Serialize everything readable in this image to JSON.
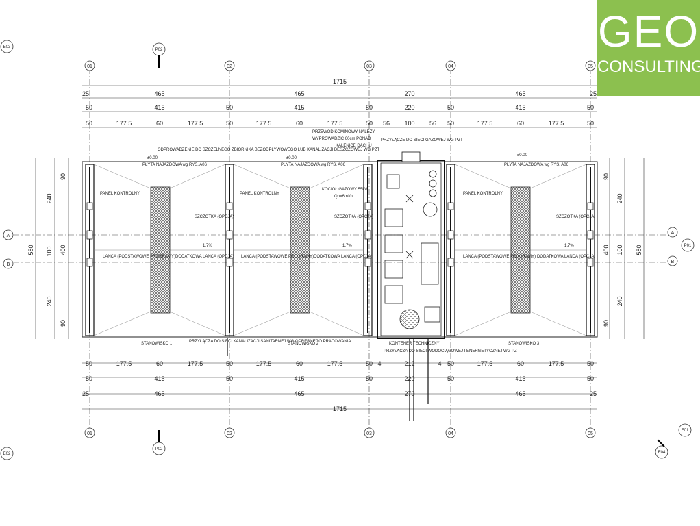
{
  "logo": {
    "line1": "GEO",
    "line2": "CONSULTING",
    "color": "#8cc04f"
  },
  "axes": {
    "columns": [
      "01",
      "02",
      "03",
      "04",
      "05"
    ],
    "rows": [
      "A",
      "B"
    ]
  },
  "dimensions_top": {
    "total": "1715",
    "row2": [
      "25",
      "465",
      "465",
      "270",
      "465",
      "25"
    ],
    "row3": [
      "50",
      "415",
      "50",
      "415",
      "50",
      "220",
      "50",
      "415",
      "50"
    ],
    "row4": [
      "50",
      "177.5",
      "60",
      "177.5",
      "50",
      "177.5",
      "60",
      "177.5",
      "50",
      "56",
      "100",
      "56",
      "50",
      "177.5",
      "60",
      "177.5",
      "50"
    ]
  },
  "dimensions_bottom": {
    "row1": [
      "50",
      "177.5",
      "60",
      "177.5",
      "50",
      "177.5",
      "60",
      "177.5",
      "50",
      "4",
      "212",
      "4",
      "50",
      "177.5",
      "60",
      "177.5",
      "50"
    ],
    "row2": [
      "50",
      "415",
      "50",
      "415",
      "50",
      "220",
      "50",
      "415",
      "50"
    ],
    "row3": [
      "25",
      "465",
      "465",
      "270",
      "465",
      "25"
    ],
    "total": "1715"
  },
  "dimensions_left": [
    "240",
    "100",
    "240",
    "90",
    "90",
    "400",
    "580"
  ],
  "dimensions_right": [
    "240",
    "100",
    "240",
    "90",
    "90",
    "400",
    "580"
  ],
  "labels": {
    "drain": "ODPROWADZENIE DO SZCZELNEGO ZBIORNIKA BEZODPŁYWOWEGO LUB KANALIZACJI DESZCZOWEJ WG PZT",
    "chimney1": "PRZEWÓD KOMINOWY NALEŻY",
    "chimney2": "WYPROWADZIĆ 60cm PONAD",
    "chimney3": "KALENICĘ DACHU",
    "gas": "PRZYŁĄCZE DO SIECI GAZOWEJ WG PZT",
    "plate": "PŁYTA NAJAZDOWA wg RYS. A06",
    "panel": "PANEL KONTROLNY",
    "brush": "SZCZOTKA (OPCJA)",
    "lance": "LANCA (PODSTAWOWE PROGRAMY)",
    "extra_lance": "DODATKOWA LANCA (OPCJA)",
    "boiler1": "KOCIOŁ GAZOWY 55kW",
    "boiler2": "Qh=6m³/h",
    "bay1": "STANOWISKO 1",
    "bay2": "STANOWISKO 2",
    "bay3": "STANOWISKO 3",
    "sewer": "PRZYŁĄCZA DO SIECI KANALIZACJI SANITARNEJ WG ODRĘBNEGO PRACOWANIA",
    "container": "KONTENER TECHNICZNY",
    "energy": "PRZYŁĄCZA DO SIECI WODOCIĄGOWEJ I ENERGETYCZNEJ WG PZT",
    "slope": "1.7%",
    "elev": "±0.00",
    "section_p01": "P01",
    "section_p02": "P02",
    "elev_e01": "E01",
    "elev_e02": "E02",
    "elev_e03": "E03",
    "elev_e04": "E04"
  }
}
